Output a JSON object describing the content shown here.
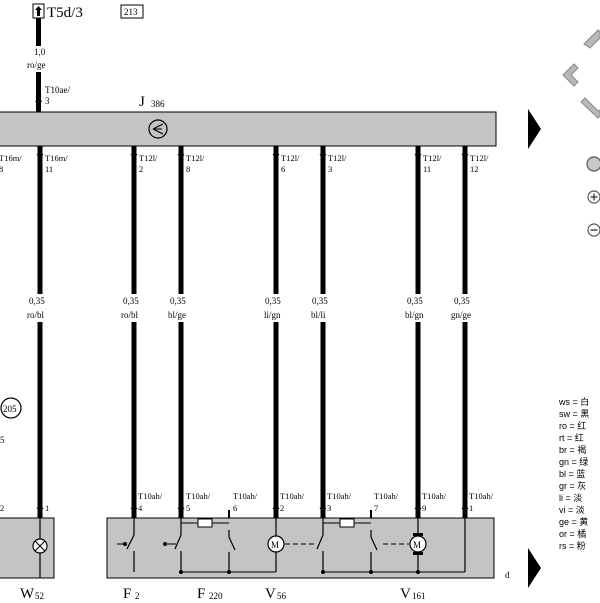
{
  "header": {
    "top_left_terminal": "T5d/3",
    "top_box_label": "213"
  },
  "top_wire": {
    "gauge": "1,0",
    "color": "ro/ge",
    "conn_line1": "T10ae/",
    "conn_line2": "3"
  },
  "control_unit": {
    "label": "J",
    "sub": "386"
  },
  "upper_conns": [
    {
      "l1": "T16m/",
      "l2": "8"
    },
    {
      "l1": "T16m/",
      "l2": "11"
    },
    {
      "l1": "T12l/",
      "l2": "2"
    },
    {
      "l1": "T12l/",
      "l2": "8"
    },
    {
      "l1": "T12l/",
      "l2": "6"
    },
    {
      "l1": "T12l/",
      "l2": "3"
    },
    {
      "l1": "T12l/",
      "l2": "11"
    },
    {
      "l1": "T12l/",
      "l2": "12"
    }
  ],
  "wires": [
    {
      "gauge": "0,35",
      "color": "ro/bl"
    },
    {
      "gauge": "0,35",
      "color": "ro/bl"
    },
    {
      "gauge": "0,35",
      "color": "bl/ge"
    },
    {
      "gauge": "0,35",
      "color": "li/gn"
    },
    {
      "gauge": "0,35",
      "color": "bl/li"
    },
    {
      "gauge": "0,35",
      "color": "bl/gn"
    },
    {
      "gauge": "0,35",
      "color": "gn/ge"
    }
  ],
  "ground_ref": "205",
  "left_edge_digit": "5",
  "lower_conns": [
    {
      "l1": "",
      "l2": "2"
    },
    {
      "l1": "",
      "l2": "1"
    },
    {
      "l1": "T10ah/",
      "l2": "4"
    },
    {
      "l1": "T10ah/",
      "l2": "5"
    },
    {
      "l1": "T10ah/",
      "l2": "6"
    },
    {
      "l1": "T10ah/",
      "l2": "2"
    },
    {
      "l1": "T10ah/",
      "l2": "3"
    },
    {
      "l1": "T10ah/",
      "l2": "7"
    },
    {
      "l1": "T10ah/",
      "l2": "9"
    },
    {
      "l1": "T10ah/",
      "l2": "1"
    }
  ],
  "components": [
    {
      "label": "W",
      "sub": "52"
    },
    {
      "label": "F",
      "sub": "2"
    },
    {
      "label": "F",
      "sub": "220"
    },
    {
      "label": "V",
      "sub": "56"
    },
    {
      "label": "V",
      "sub": "161"
    }
  ],
  "motor_symbol": "M",
  "edge_letter": "d",
  "legend": [
    "ws = 白",
    "sw = 黑",
    "ro = 红",
    "rt = 红",
    "br = 褐",
    "gn = 绿",
    "bl = 蓝",
    "gr = 灰",
    "li = 淡",
    "vi = 淡",
    "ge = 黄",
    "or = 橘",
    "rs = 粉"
  ],
  "icons": {
    "nav_up": "chevron-up-icon",
    "nav_left": "chevron-left-icon",
    "nav_down": "chevron-down-icon",
    "next": "triangle-right-icon",
    "next_bottom": "triangle-right-icon",
    "fit": "circle-icon",
    "zoom_in": "zoom-in-icon",
    "zoom_out": "zoom-out-icon"
  },
  "colors": {
    "module_fill": "#c4c4c4",
    "ui_gray": "#b8b8b8",
    "wire": "#000000"
  }
}
